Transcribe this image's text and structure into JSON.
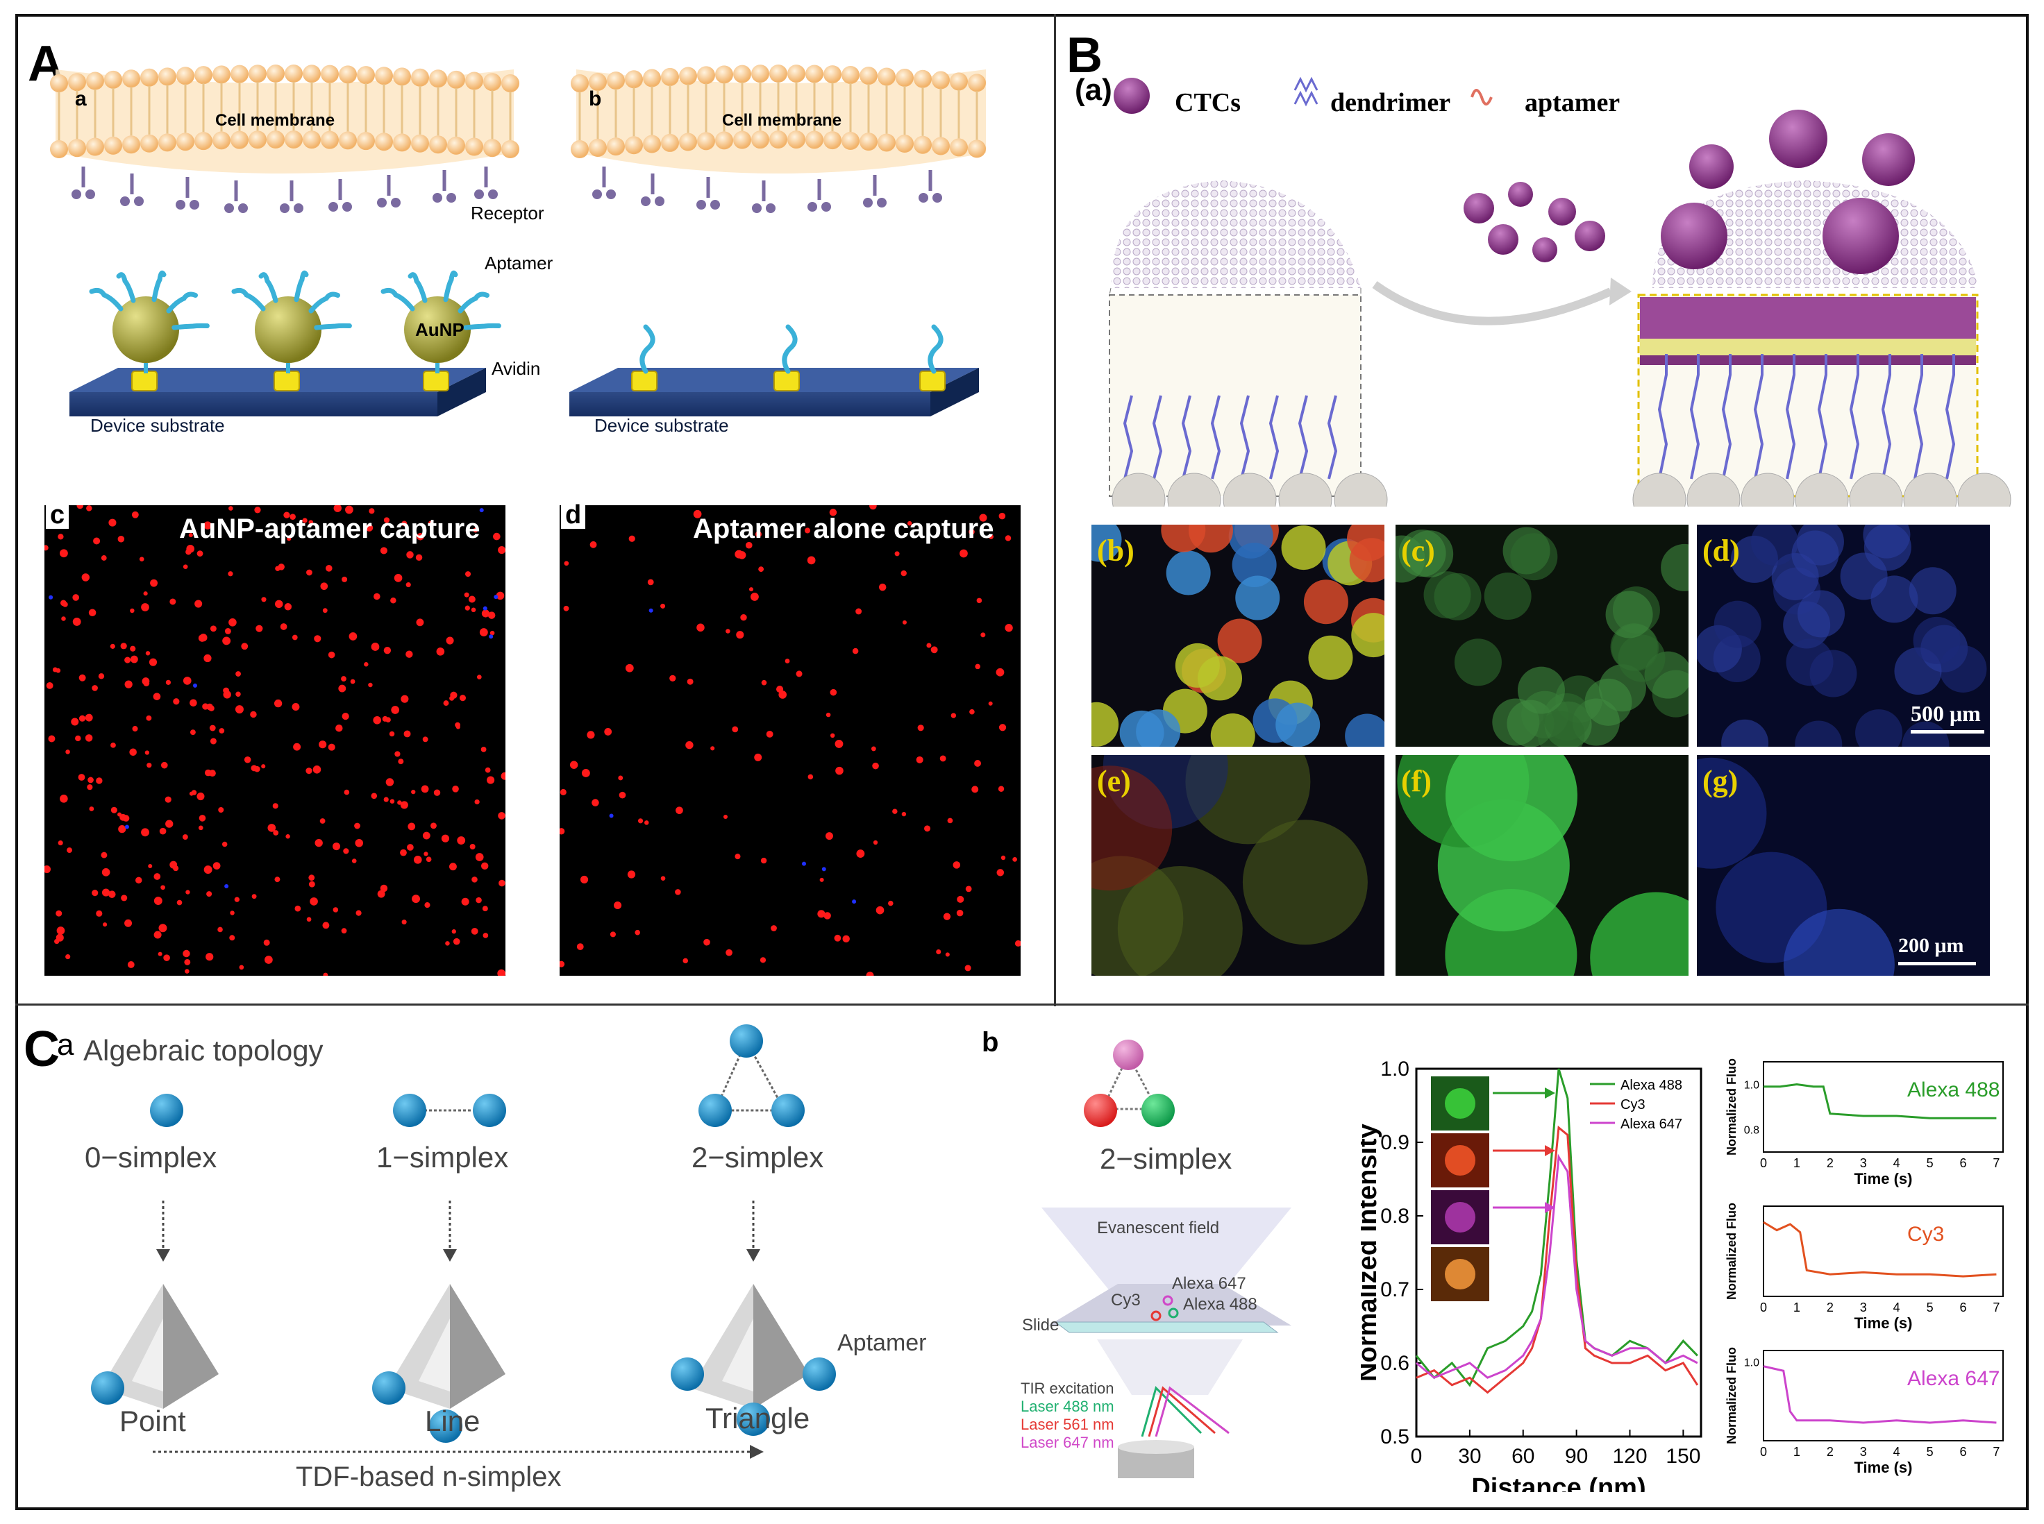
{
  "panelA": {
    "label": "A",
    "a": {
      "label": "a",
      "membrane": "Cell membrane",
      "receptor": "Receptor",
      "aptamer": "Aptamer",
      "aunp": "AuNP",
      "avidin": "Avidin",
      "substrate": "Device substrate"
    },
    "b": {
      "label": "b",
      "membrane": "Cell membrane",
      "substrate": "Device substrate"
    },
    "c": {
      "label": "c",
      "caption": "AuNP-aptamer capture"
    },
    "d": {
      "label": "d",
      "caption": "Aptamer alone capture"
    }
  },
  "panelB": {
    "label": "B",
    "a": {
      "label": "(a)",
      "legend": [
        "CTCs",
        "dendrimer",
        "aptamer"
      ]
    },
    "images": [
      "(b)",
      "(c)",
      "(d)",
      "(e)",
      "(f)",
      "(g)"
    ],
    "scale1": "500 μm",
    "scale2": "200 μm"
  },
  "panelC": {
    "label": "C",
    "a": {
      "label": "a",
      "title": "Algebraic topology",
      "simplices": [
        "0−simplex",
        "1−simplex",
        "2−simplex"
      ],
      "shapes": [
        "Point",
        "Line",
        "Triangle"
      ],
      "aptamer": "Aptamer",
      "arrow_label": "TDF-based n-simplex"
    },
    "b": {
      "label": "b",
      "simplex": "2−simplex",
      "evanescent": "Evanescent field",
      "slide": "Slide",
      "dyes": [
        "Alexa 647",
        "Cy3",
        "Alexa 488"
      ],
      "tir": "TIR excitation",
      "lasers": [
        "Laser 488 nm",
        "Laser 561 nm",
        "Laser 647 nm"
      ]
    }
  },
  "chart_data": [
    {
      "type": "line",
      "xlabel": "Distance (nm)",
      "ylabel": "Normalized Intensity",
      "xlim": [
        0,
        160
      ],
      "ylim": [
        0.5,
        1.0
      ],
      "xticks": [
        0,
        30,
        60,
        90,
        120,
        150
      ],
      "yticks": [
        0.5,
        0.6,
        0.7,
        0.8,
        0.9,
        1.0
      ],
      "x": [
        0,
        10,
        20,
        30,
        40,
        50,
        55,
        60,
        65,
        70,
        75,
        80,
        85,
        90,
        95,
        100,
        110,
        120,
        130,
        140,
        150,
        158
      ],
      "series": [
        {
          "name": "Alexa 488",
          "color": "#2a9d2a",
          "values": [
            0.61,
            0.58,
            0.6,
            0.57,
            0.62,
            0.63,
            0.64,
            0.65,
            0.67,
            0.72,
            0.85,
            1.0,
            0.96,
            0.74,
            0.63,
            0.62,
            0.61,
            0.63,
            0.62,
            0.6,
            0.63,
            0.61
          ]
        },
        {
          "name": "Cy3",
          "color": "#e53935",
          "values": [
            0.58,
            0.59,
            0.57,
            0.58,
            0.56,
            0.58,
            0.59,
            0.6,
            0.62,
            0.66,
            0.8,
            0.92,
            0.91,
            0.72,
            0.62,
            0.61,
            0.6,
            0.6,
            0.61,
            0.59,
            0.6,
            0.57
          ]
        },
        {
          "name": "Alexa 647",
          "color": "#cc44cc",
          "values": [
            0.6,
            0.58,
            0.59,
            0.6,
            0.58,
            0.59,
            0.6,
            0.61,
            0.63,
            0.66,
            0.75,
            0.88,
            0.86,
            0.7,
            0.63,
            0.62,
            0.61,
            0.62,
            0.62,
            0.6,
            0.61,
            0.6
          ]
        }
      ],
      "legend_position": "top-right"
    },
    {
      "type": "line",
      "name_label": "Alexa 488",
      "xlabel": "Time (s)",
      "ylabel": "Normalized Fluo",
      "xticks": [
        0,
        1,
        2,
        3,
        4,
        5,
        6,
        7
      ],
      "yticks": [
        0.8,
        1.0
      ],
      "color": "#2a9d2a",
      "x": [
        0,
        0.5,
        1,
        1.5,
        1.8,
        2,
        3,
        4,
        5,
        6,
        7
      ],
      "values": [
        0.99,
        0.99,
        1.0,
        0.99,
        0.99,
        0.87,
        0.86,
        0.86,
        0.85,
        0.85,
        0.85
      ]
    },
    {
      "type": "line",
      "name_label": "Cy3",
      "xlabel": "Time (s)",
      "ylabel": "Normalized Fluo",
      "xticks": [
        0,
        1,
        2,
        3,
        4,
        5,
        6,
        7
      ],
      "color": "#e2511f",
      "x": [
        0,
        0.4,
        0.8,
        1.1,
        1.3,
        2,
        3,
        4,
        5,
        6,
        7
      ],
      "values": [
        0.97,
        0.93,
        0.96,
        0.92,
        0.73,
        0.71,
        0.72,
        0.71,
        0.71,
        0.7,
        0.71
      ]
    },
    {
      "type": "line",
      "name_label": "Alexa 647",
      "xlabel": "Time (s)",
      "ylabel": "Normalized Fluo",
      "xticks": [
        0,
        1,
        2,
        3,
        4,
        5,
        6,
        7
      ],
      "yticks": [
        1.0
      ],
      "color": "#cc44cc",
      "x": [
        0,
        0.3,
        0.6,
        0.8,
        1,
        2,
        3,
        4,
        5,
        6,
        7
      ],
      "values": [
        0.98,
        0.97,
        0.96,
        0.78,
        0.74,
        0.74,
        0.73,
        0.74,
        0.73,
        0.74,
        0.73
      ]
    }
  ]
}
